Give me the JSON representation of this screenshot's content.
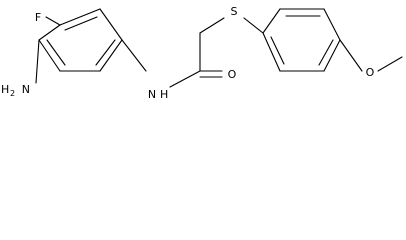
{
  "molecule": {
    "atoms": {
      "fluorine": "F",
      "amine_nitrogen": "N",
      "amine_hydrogen": "H",
      "amine_subscript": "2",
      "amide_nitrogen": "N",
      "amide_hydrogen": "H",
      "carbonyl_oxygen": "O",
      "sulfur": "S",
      "ether_oxygen": "O"
    }
  },
  "colors": {
    "bond": "#000000",
    "label": "#000000",
    "background": "#ffffff"
  }
}
